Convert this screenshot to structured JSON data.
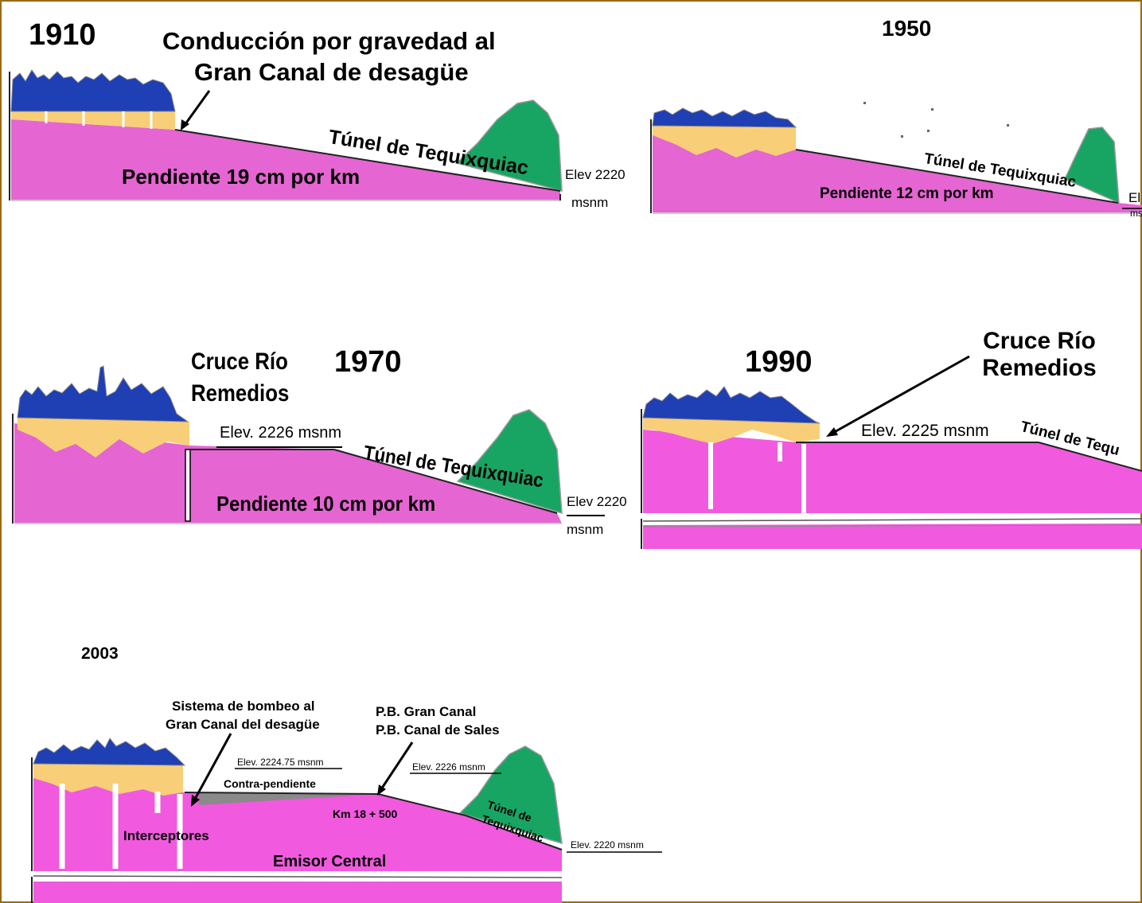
{
  "colors": {
    "terrain": "#e565d2",
    "terrain_1990": "#f15ade",
    "city": "#1f3fb4",
    "fill_layer": "#f8cf78",
    "hill": "#18a563",
    "frame": "#9a6a12"
  },
  "p1910": {
    "year": "1910",
    "heading_line1": "Conducción por gravedad al",
    "heading_line2": "Gran Canal de desagüe",
    "tunnel": "Túnel de Tequixquiac",
    "slope": "Pendiente 19 cm por km",
    "elev_line1": "Elev 2220",
    "elev_line2": "msnm"
  },
  "p1950": {
    "year": "1950",
    "tunnel": "Túnel de Tequixquiac",
    "slope": "Pendiente 12 cm por km",
    "elev_line1": "El",
    "elev_line2": "ms"
  },
  "p1970": {
    "year": "1970",
    "cross_line1": "Cruce Río",
    "cross_line2": "Remedios",
    "elev_top": "Elev. 2226 msnm",
    "tunnel": "Túnel de Tequixquiac",
    "slope": "Pendiente 10 cm por km",
    "elev_line1": "Elev 2220",
    "elev_line2": "msnm"
  },
  "p1990": {
    "year": "1990",
    "cross_line1": "Cruce Río",
    "cross_line2": "Remedios",
    "elev_top": "Elev. 2225 msnm",
    "tunnel": "Túnel de Tequ"
  },
  "p2003": {
    "year": "2003",
    "pump_line1": "Sistema de  bombeo al",
    "pump_line2": "Gran Canal del desagüe",
    "pb_line1": "P.B. Gran Canal",
    "pb_line2": "P.B. Canal de Sales",
    "elev_a": "Elev. 2224.75 msnm",
    "elev_b": "Elev. 2226 msnm",
    "counter_slope": "Contra-pendiente",
    "km": "Km 18 + 500",
    "tunnel_line1": "Túnel de",
    "tunnel_line2": "Tequixquiac",
    "interceptors": "Interceptores",
    "emisor": "Emisor Central",
    "elev_c": "Elev. 2220 msnm"
  }
}
